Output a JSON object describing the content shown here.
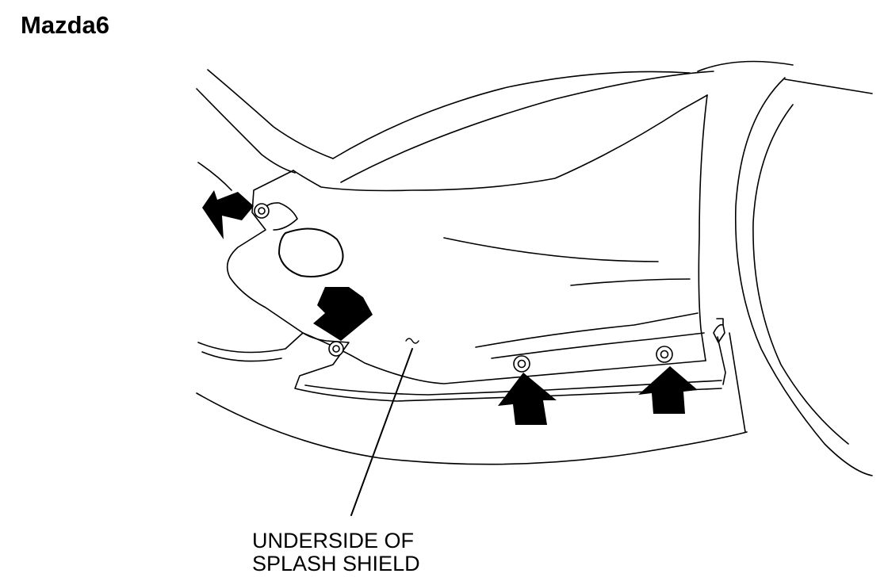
{
  "title": "Mazda6",
  "callout": {
    "line1": "UNDERSIDE OF",
    "line2": "SPLASH SHIELD"
  },
  "colors": {
    "line": "#000000",
    "background": "#ffffff"
  },
  "icons": [
    "arrow-icon",
    "bolt-icon"
  ]
}
